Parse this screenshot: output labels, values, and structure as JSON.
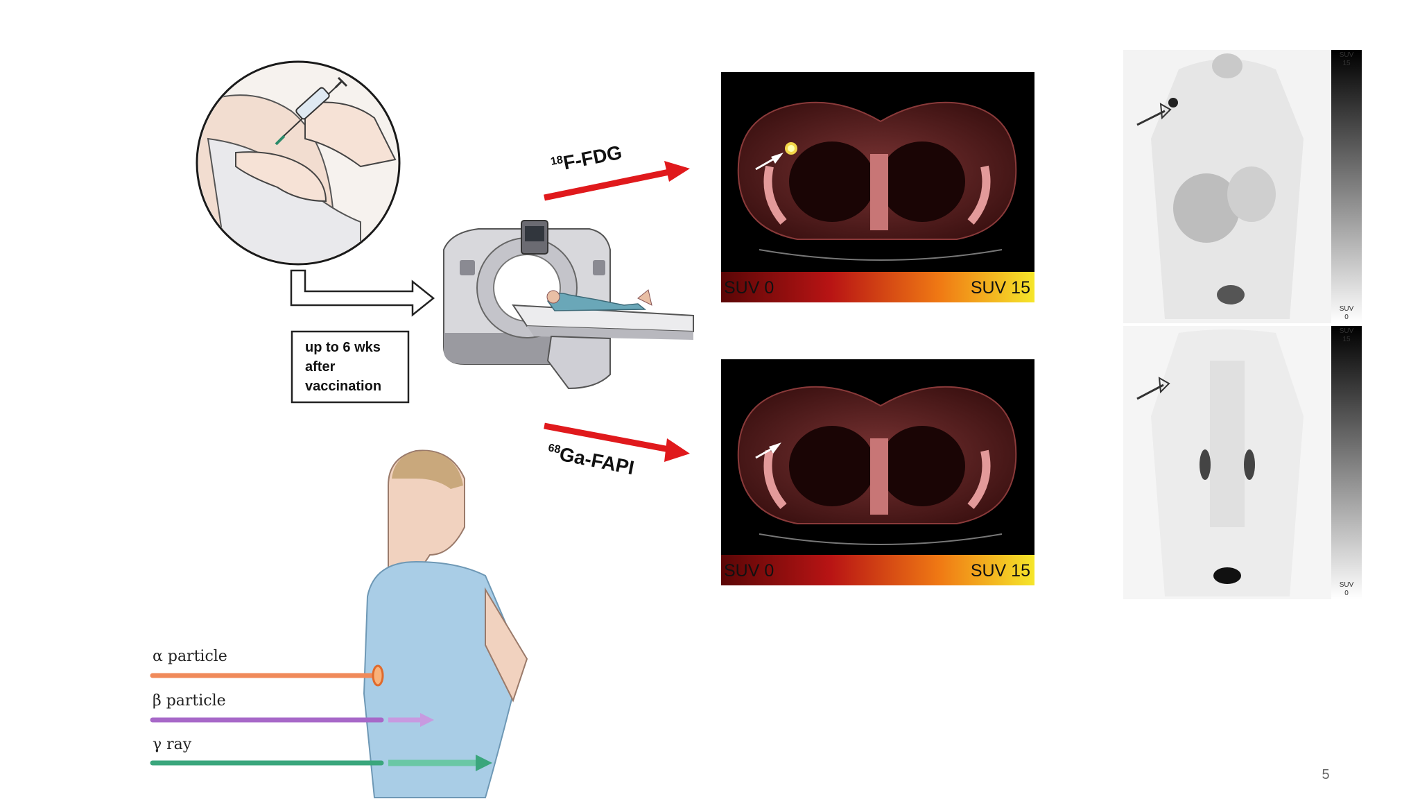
{
  "slide": {
    "page_number": "5"
  },
  "delay_box": {
    "line1": "up to 6 wks",
    "line2": "after",
    "line3": "vaccination"
  },
  "tracers": {
    "fdg": {
      "mass": "18",
      "name": "F-FDG"
    },
    "fapi": {
      "mass": "68",
      "name": "Ga-FAPI"
    }
  },
  "colorbar": {
    "min_label": "SUV 0",
    "max_label": "SUV 15"
  },
  "mip_scale": {
    "top_label_a": "SUV",
    "top_label_b": "15",
    "bottom_label_a": "SUV",
    "bottom_label_b": "0"
  },
  "radiation": {
    "alpha": {
      "symbol": "α",
      "label": "particle",
      "color": "#f08a5a"
    },
    "beta": {
      "symbol": "β",
      "label": "particle",
      "color": "#a768c8"
    },
    "gamma": {
      "symbol": "γ",
      "label": "ray",
      "color": "#3aa67c"
    }
  },
  "colors": {
    "tracer_arrow": "#e0191c",
    "scan_background": "#000000"
  }
}
